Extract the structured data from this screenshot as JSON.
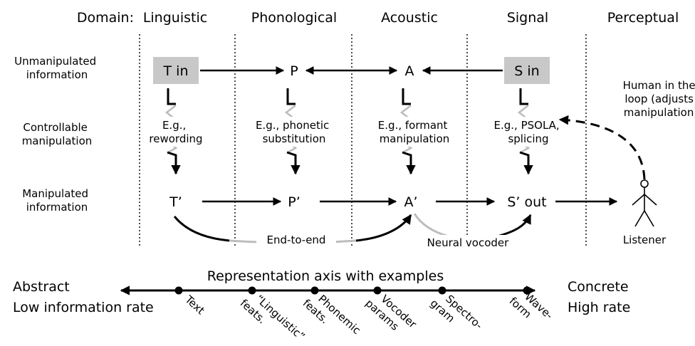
{
  "domain_label": "Domain:",
  "columns": [
    "Linguistic",
    "Phonological",
    "Acoustic",
    "Signal",
    "Perceptual"
  ],
  "rows": {
    "unmanipulated": [
      "Unmanipulated",
      "information"
    ],
    "controllable": [
      "Controllable",
      "manipulation"
    ],
    "manipulated": [
      "Manipulated",
      "information"
    ]
  },
  "nodes": {
    "t_in": "T in",
    "p": "P",
    "a": "A",
    "s_in": "S in",
    "t_prime": "T’",
    "p_prime": "P’",
    "a_prime": "A’",
    "s_out": "S’ out"
  },
  "manipulations": {
    "linguistic": [
      "E.g.,",
      "rewording"
    ],
    "phonological": [
      "E.g., phonetic",
      "substitution"
    ],
    "acoustic": [
      "E.g., formant",
      "manipulation"
    ],
    "signal": [
      "E.g., PSOLA,",
      "splicing"
    ]
  },
  "human_loop": [
    "Human in the",
    "loop (adjusts",
    "manipulation)"
  ],
  "listener": "Listener",
  "end_to_end": "End-to-end",
  "neural_vocoder": "Neural vocoder",
  "axis": {
    "title": "Representation axis with examples",
    "left": [
      "Abstract",
      "Low information rate"
    ],
    "right": [
      "Concrete",
      "High rate"
    ],
    "examples": [
      [
        "Text"
      ],
      [
        "“Linguistic”",
        "feats."
      ],
      [
        "Phonemic",
        "feats."
      ],
      [
        "Vocoder",
        "params"
      ],
      [
        "Spectro-",
        "gram"
      ],
      [
        "Wave-",
        "form"
      ]
    ]
  },
  "colors": {
    "ink": "#000000",
    "box": "#c8c8c8",
    "light_line": "#bdbdbd"
  }
}
